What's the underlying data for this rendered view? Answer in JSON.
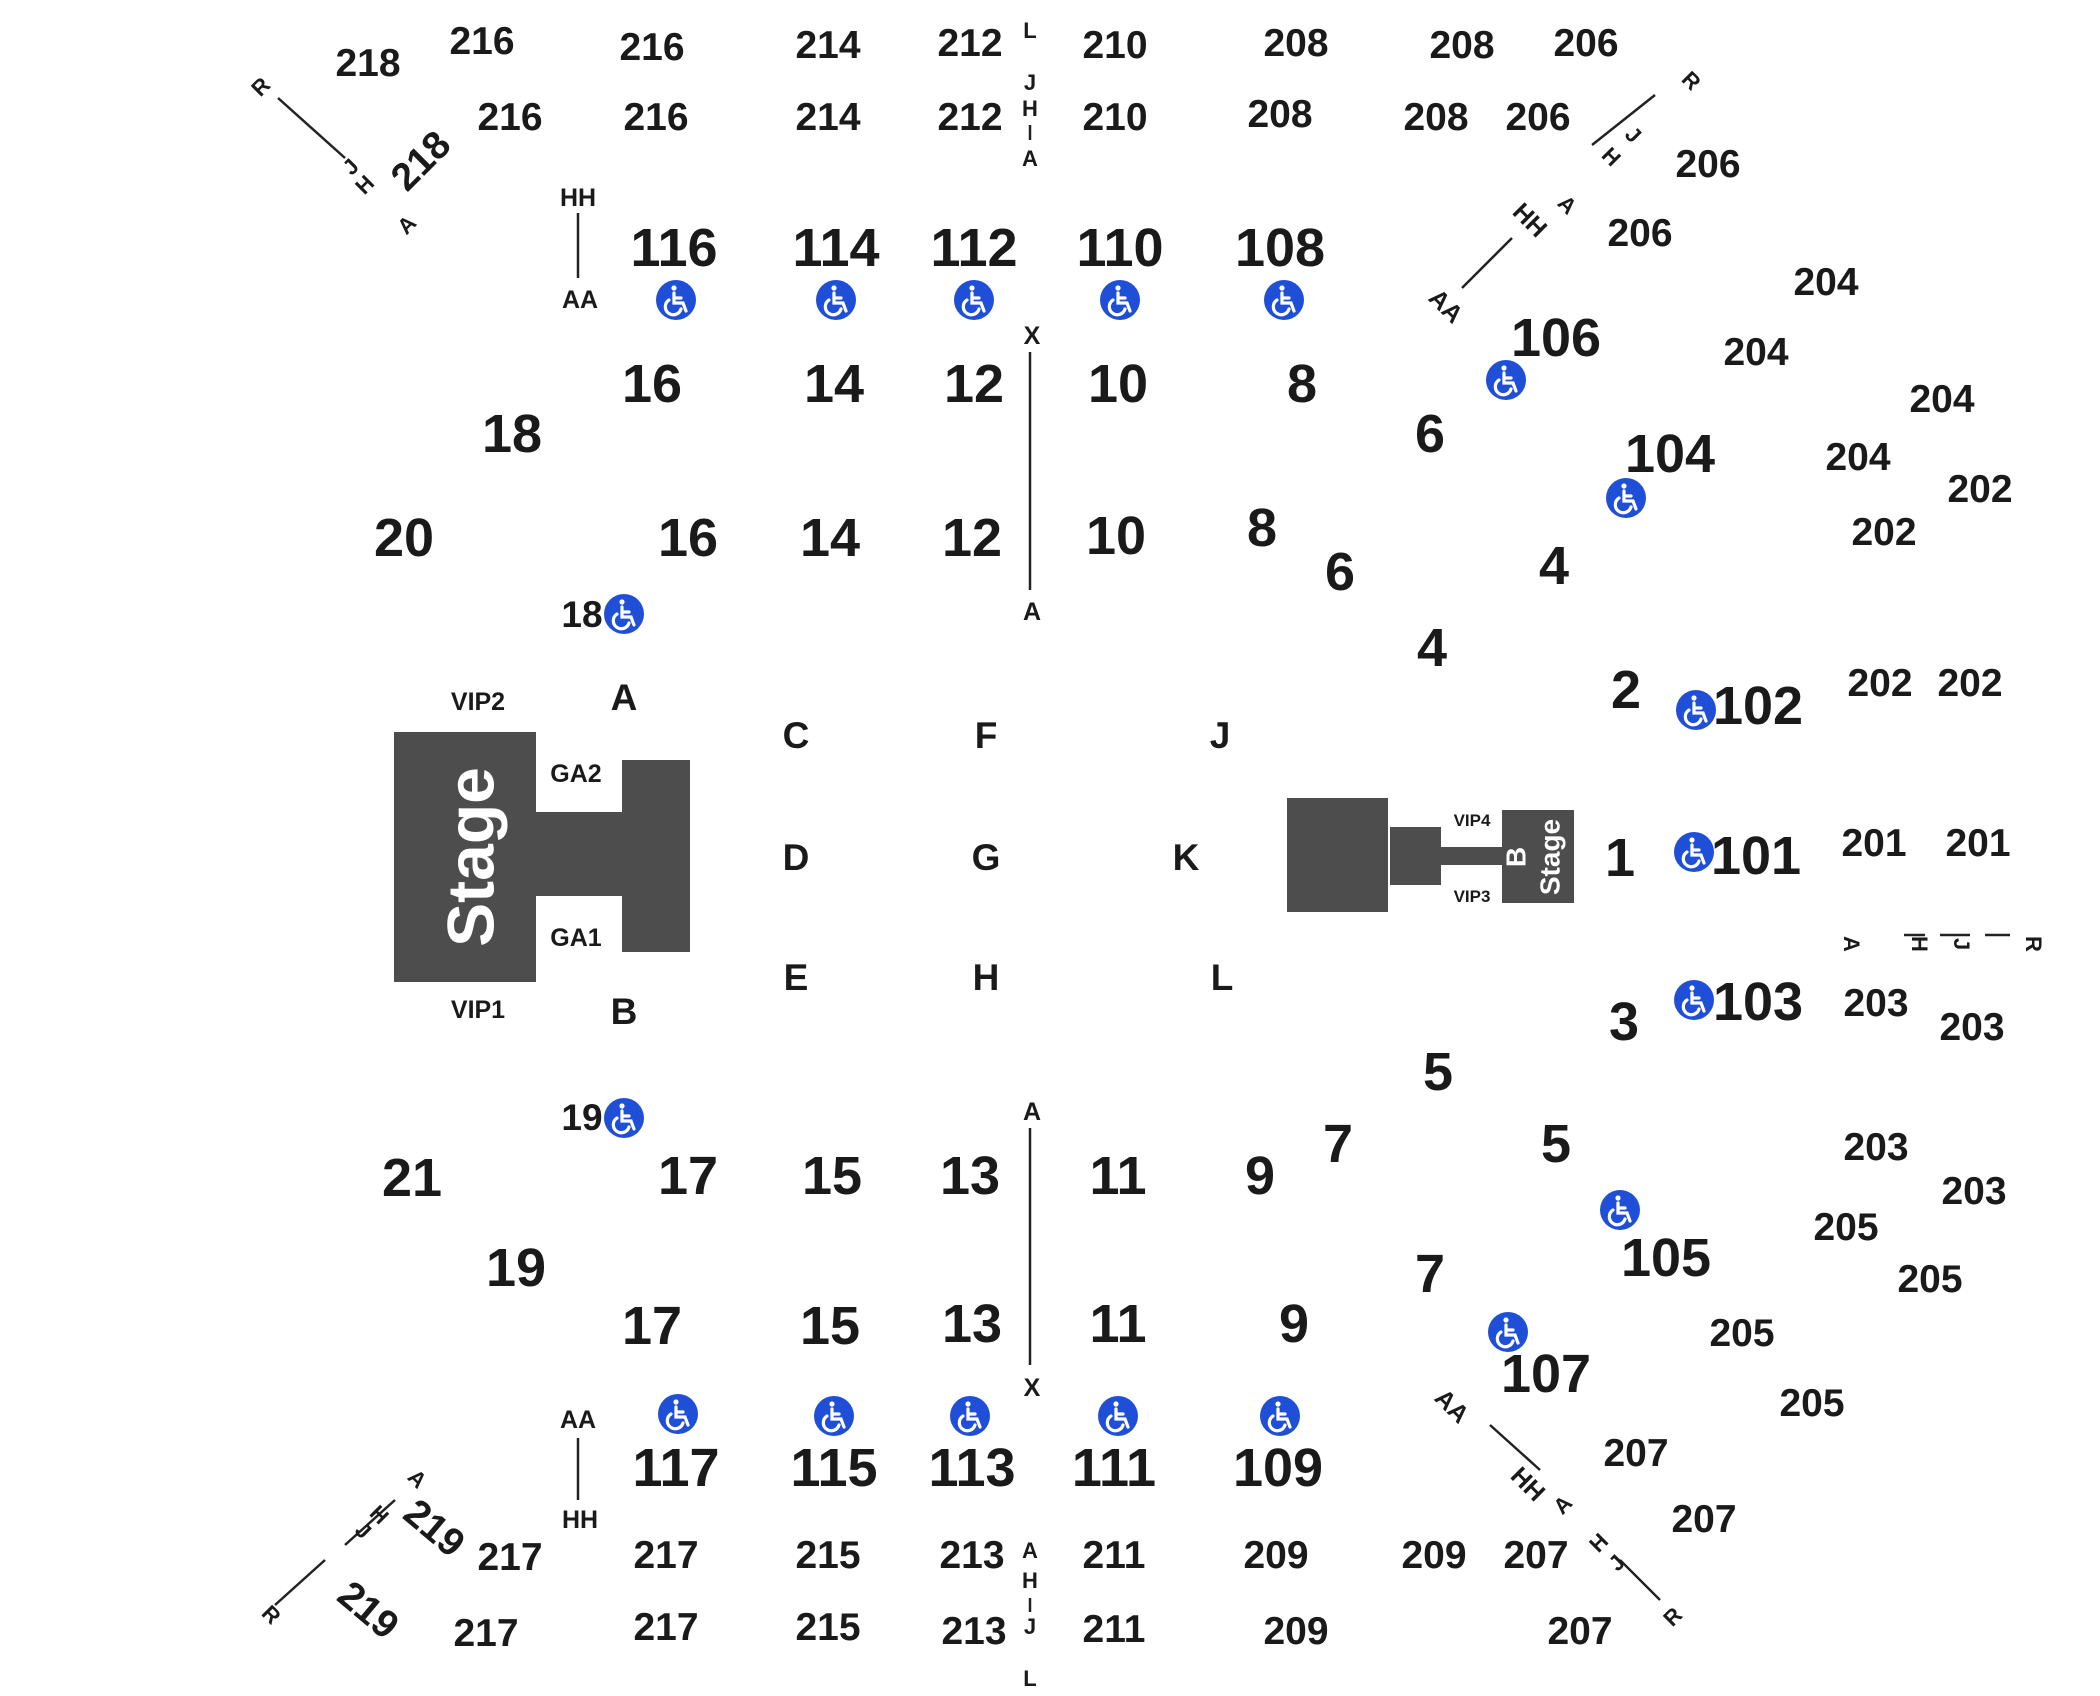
{
  "colors": {
    "stage": "#4d4d4d",
    "accessible": "#1f4fd6",
    "text": "#1a1a1a"
  },
  "stage": {
    "main_label": "Stage",
    "b_label": "B",
    "b_stage_label": "Stage"
  },
  "sections_200": [
    "218",
    "216",
    "216",
    "214",
    "212",
    "210",
    "208",
    "208",
    "206",
    "218",
    "216",
    "216",
    "214",
    "212",
    "210",
    "208",
    "208",
    "206",
    "206",
    "206",
    "204",
    "204",
    "204",
    "204",
    "202",
    "202",
    "202",
    "202",
    "202",
    "201",
    "201",
    "203",
    "203",
    "203",
    "203",
    "205",
    "205",
    "205",
    "205",
    "207",
    "207",
    "207",
    "207",
    "209",
    "209",
    "209",
    "211",
    "211",
    "213",
    "213",
    "215",
    "215",
    "217",
    "217",
    "217",
    "217",
    "219",
    "219"
  ],
  "sections_100": [
    "116",
    "114",
    "112",
    "110",
    "108",
    "106",
    "104",
    "102",
    "101",
    "103",
    "105",
    "107",
    "109",
    "111",
    "113",
    "115",
    "117"
  ],
  "floor_sections": [
    "16",
    "14",
    "12",
    "10",
    "8",
    "18",
    "6",
    "20",
    "16",
    "14",
    "12",
    "10",
    "8",
    "6",
    "4",
    "4",
    "2",
    "1",
    "3",
    "5",
    "5",
    "7",
    "7",
    "21",
    "17",
    "15",
    "13",
    "11",
    "9",
    "19",
    "17",
    "15",
    "13",
    "11",
    "9"
  ],
  "floor_small_labels": [
    "18",
    "19"
  ],
  "floor_letters": [
    "A",
    "B",
    "C",
    "D",
    "E",
    "F",
    "G",
    "H",
    "J",
    "K",
    "L"
  ],
  "zone_labels": [
    "VIP2",
    "VIP1",
    "GA2",
    "GA1",
    "VIP4",
    "VIP3"
  ],
  "row_markers": [
    "HH",
    "AA",
    "AA",
    "HH",
    "X",
    "A",
    "A",
    "X",
    "AA",
    "HH",
    "AA",
    "HH"
  ],
  "row_letters": [
    "L",
    "J",
    "H",
    "A",
    "A",
    "H",
    "J",
    "L",
    "R",
    "J",
    "H",
    "A",
    "R",
    "J",
    "H",
    "A",
    "A",
    "H",
    "J",
    "R",
    "A",
    "H",
    "J",
    "R",
    "A",
    "H",
    "J",
    "R"
  ]
}
